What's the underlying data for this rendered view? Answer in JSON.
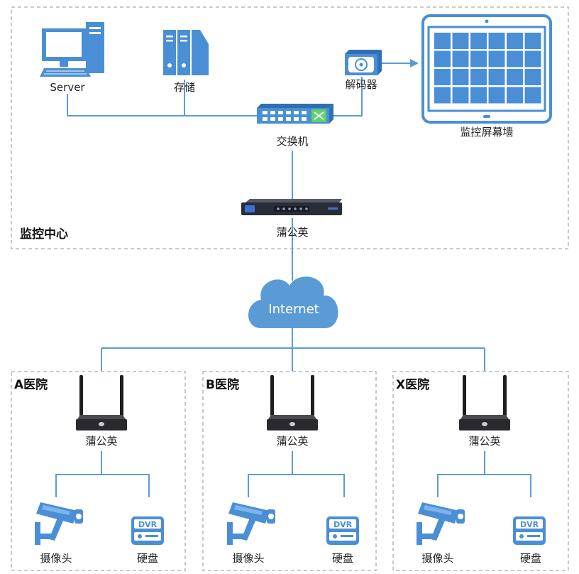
{
  "center": {
    "title": "监控中心",
    "server_label": "Server",
    "storage_label": "存储",
    "decoder_label": "解码器",
    "wall_label": "监控屏幕墙",
    "switch_label": "交换机",
    "gateway_label": "蒲公英"
  },
  "internet_label": "Internet",
  "dvr_text": "DVR",
  "branches": [
    {
      "title": "A医院",
      "router_label": "蒲公英",
      "camera_label": "摄像头",
      "disk_label": "硬盘"
    },
    {
      "title": "B医院",
      "router_label": "蒲公英",
      "camera_label": "摄像头",
      "disk_label": "硬盘"
    },
    {
      "title": "X医院",
      "router_label": "蒲公英",
      "camera_label": "摄像头",
      "disk_label": "硬盘"
    }
  ],
  "colors": {
    "icon_blue": "#4a8fd6",
    "line_blue": "#5b9bd5",
    "cloud": "#5b9bd5",
    "device_dark": "#2a2a2e"
  }
}
